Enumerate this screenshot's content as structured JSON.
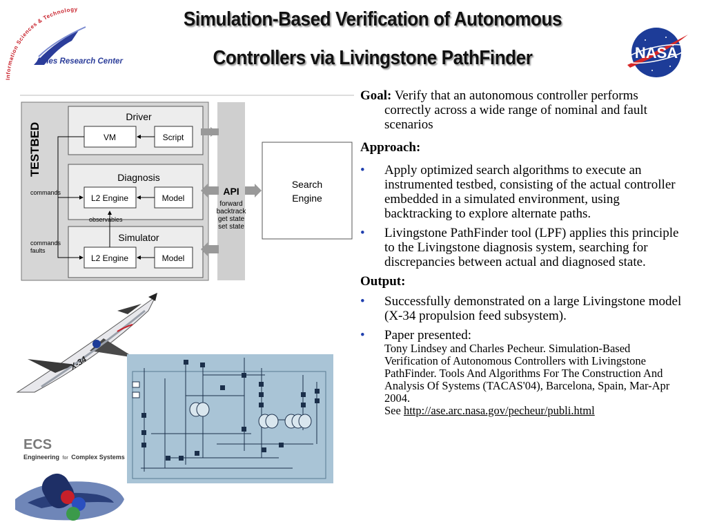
{
  "header": {
    "title_line1": "Simulation-Based Verification of Autonomous",
    "title_line2": "Controllers via Livingstone PathFinder"
  },
  "logos": {
    "ames_arc_text": "Information Sciences & Technology",
    "ames_center": "Ames Research Center",
    "nasa": "NASA",
    "ecs_short": "ECS",
    "ecs_full_pre": "Engineering",
    "ecs_full_for": "for",
    "ecs_full_post": "Complex Systems"
  },
  "diagram": {
    "testbed": "TESTBED",
    "driver": "Driver",
    "vm": "VM",
    "script": "Script",
    "diagnosis": "Diagnosis",
    "l2_engine": "L2 Engine",
    "model": "Model",
    "simulator": "Simulator",
    "commands": "commands",
    "observables": "observables",
    "commands2": "commands",
    "faults": "faults",
    "api": "API",
    "api_ops": [
      "forward",
      "backtrack",
      "get state",
      "set state"
    ],
    "search_line1": "Search",
    "search_line2": "Engine"
  },
  "images": {
    "spaceplane_label": "X-34",
    "schematic_alt": "propulsion feed subsystem schematic"
  },
  "content": {
    "goal_label": "Goal:",
    "goal_text": "Verify that an autonomous controller performs correctly across a wide range of nominal and fault scenarios",
    "approach_label": "Approach:",
    "approach_items": [
      "Apply optimized search algorithms to execute an instrumented testbed, consisting of the actual controller embedded in a simulated environment, using backtracking to explore alternate paths.",
      "Livingstone PathFinder tool (LPF) applies this principle to the Livingstone diagnosis system, searching for discrepancies between actual and diagnosed state."
    ],
    "output_label": "Output:",
    "output_item1": "Successfully demonstrated on a large Livingstone model (X-34 propulsion feed subsystem).",
    "paper_label": "Paper presented:",
    "paper_citation": "Tony Lindsey and Charles Pecheur.  Simulation-Based Verification of Autonomous Controllers with Livingstone PathFinder.  Tools And Algorithms For The Construction And Analysis Of Systems (TACAS'04), Barcelona, Spain, Mar-Apr 2004.",
    "see_label": "See",
    "url": "http://ase.arc.nasa.gov/pecheur/publi.html",
    "bullet_char": "•"
  },
  "colors": {
    "bullet": "#1f3fae",
    "ames_text": "#2b3d9a",
    "ames_arc": "#c8202a",
    "nasa_blue": "#1d3c98",
    "nasa_red": "#d62828",
    "schematic_bg": "#a9c4d6",
    "diagram_panel": "#d6d6d6"
  }
}
